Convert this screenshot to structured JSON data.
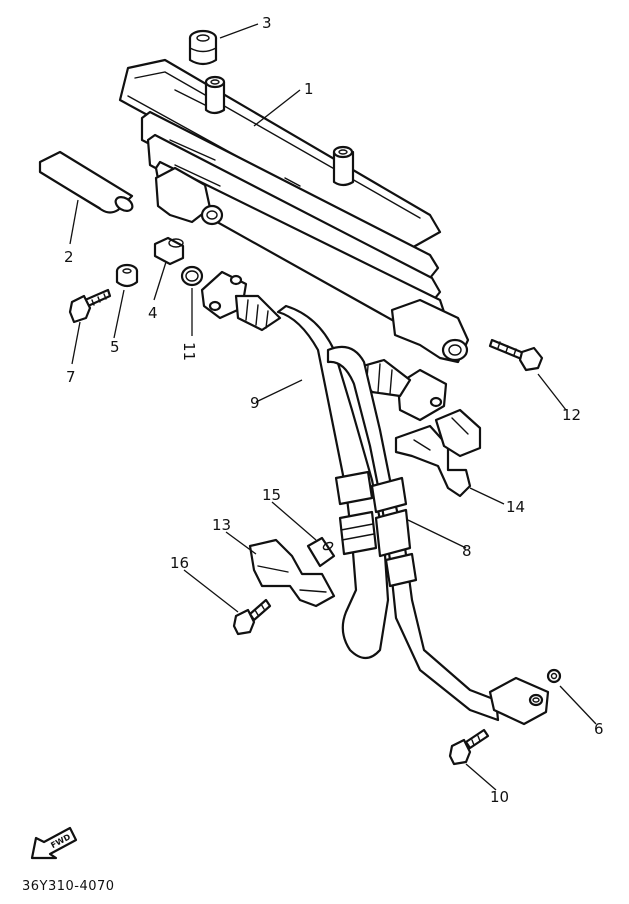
{
  "diagram": {
    "reference_code": "36Y310-4070",
    "direction_label": "FWD",
    "callouts": [
      "1",
      "2",
      "3",
      "4",
      "5",
      "6",
      "7",
      "8",
      "9",
      "10",
      "11",
      "12",
      "13",
      "14",
      "15",
      "16"
    ]
  }
}
